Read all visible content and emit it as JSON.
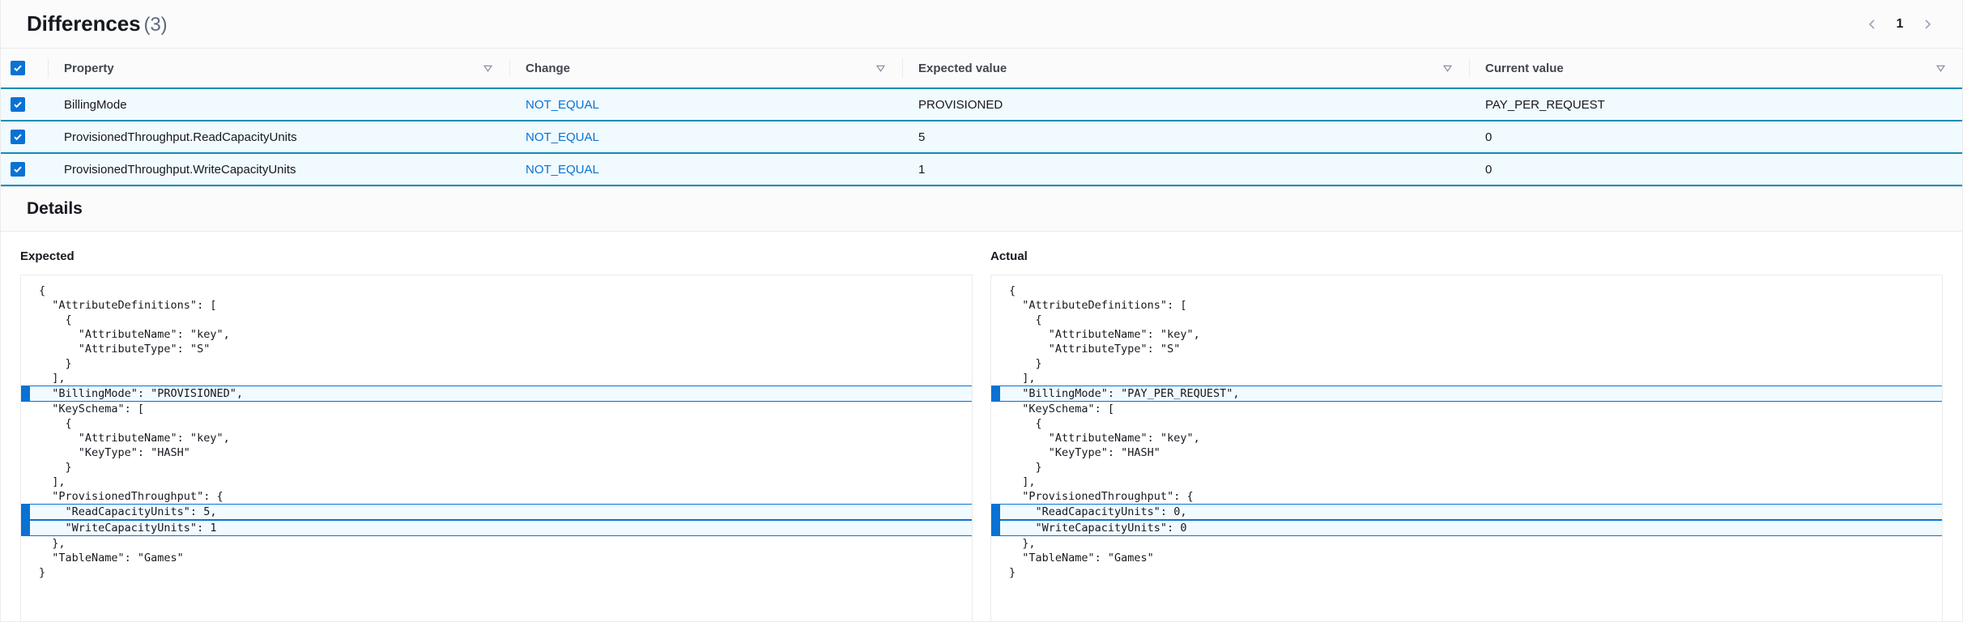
{
  "header": {
    "title": "Differences",
    "count": "(3)",
    "prev_label": "Previous page",
    "page_number": "1",
    "next_label": "Next page"
  },
  "table": {
    "columns": [
      {
        "key": "property",
        "label": "Property"
      },
      {
        "key": "change",
        "label": "Change"
      },
      {
        "key": "expected",
        "label": "Expected value"
      },
      {
        "key": "current",
        "label": "Current value"
      }
    ],
    "select_all_checked": true,
    "rows": [
      {
        "selected": true,
        "property": "BillingMode",
        "change": "NOT_EQUAL",
        "expected": "PROVISIONED",
        "current": "PAY_PER_REQUEST"
      },
      {
        "selected": true,
        "property": "ProvisionedThroughput.ReadCapacityUnits",
        "change": "NOT_EQUAL",
        "expected": "5",
        "current": "0"
      },
      {
        "selected": true,
        "property": "ProvisionedThroughput.WriteCapacityUnits",
        "change": "NOT_EQUAL",
        "expected": "1",
        "current": "0"
      }
    ]
  },
  "details": {
    "title": "Details",
    "expected": {
      "label": "Expected",
      "lines": [
        {
          "text": "{",
          "highlight": false
        },
        {
          "text": "  \"AttributeDefinitions\": [",
          "highlight": false
        },
        {
          "text": "    {",
          "highlight": false
        },
        {
          "text": "      \"AttributeName\": \"key\",",
          "highlight": false
        },
        {
          "text": "      \"AttributeType\": \"S\"",
          "highlight": false
        },
        {
          "text": "    }",
          "highlight": false
        },
        {
          "text": "  ],",
          "highlight": false
        },
        {
          "text": "  \"BillingMode\": \"PROVISIONED\",",
          "highlight": true
        },
        {
          "text": "  \"KeySchema\": [",
          "highlight": false
        },
        {
          "text": "    {",
          "highlight": false
        },
        {
          "text": "      \"AttributeName\": \"key\",",
          "highlight": false
        },
        {
          "text": "      \"KeyType\": \"HASH\"",
          "highlight": false
        },
        {
          "text": "    }",
          "highlight": false
        },
        {
          "text": "  ],",
          "highlight": false
        },
        {
          "text": "  \"ProvisionedThroughput\": {",
          "highlight": false
        },
        {
          "text": "    \"ReadCapacityUnits\": 5,",
          "highlight": true
        },
        {
          "text": "    \"WriteCapacityUnits\": 1",
          "highlight": true
        },
        {
          "text": "  },",
          "highlight": false
        },
        {
          "text": "  \"TableName\": \"Games\"",
          "highlight": false
        },
        {
          "text": "}",
          "highlight": false
        }
      ]
    },
    "actual": {
      "label": "Actual",
      "lines": [
        {
          "text": "{",
          "highlight": false
        },
        {
          "text": "  \"AttributeDefinitions\": [",
          "highlight": false
        },
        {
          "text": "    {",
          "highlight": false
        },
        {
          "text": "      \"AttributeName\": \"key\",",
          "highlight": false
        },
        {
          "text": "      \"AttributeType\": \"S\"",
          "highlight": false
        },
        {
          "text": "    }",
          "highlight": false
        },
        {
          "text": "  ],",
          "highlight": false
        },
        {
          "text": "  \"BillingMode\": \"PAY_PER_REQUEST\",",
          "highlight": true
        },
        {
          "text": "  \"KeySchema\": [",
          "highlight": false
        },
        {
          "text": "    {",
          "highlight": false
        },
        {
          "text": "      \"AttributeName\": \"key\",",
          "highlight": false
        },
        {
          "text": "      \"KeyType\": \"HASH\"",
          "highlight": false
        },
        {
          "text": "    }",
          "highlight": false
        },
        {
          "text": "  ],",
          "highlight": false
        },
        {
          "text": "  \"ProvisionedThroughput\": {",
          "highlight": false
        },
        {
          "text": "    \"ReadCapacityUnits\": 0,",
          "highlight": true
        },
        {
          "text": "    \"WriteCapacityUnits\": 0",
          "highlight": true
        },
        {
          "text": "  },",
          "highlight": false
        },
        {
          "text": "  \"TableName\": \"Games\"",
          "highlight": false
        },
        {
          "text": "}",
          "highlight": false
        }
      ]
    }
  },
  "colors": {
    "link": "#0972d3",
    "row_border": "#0d8eb4",
    "row_bg": "#f1faff",
    "checkbox": "#0972d3"
  }
}
